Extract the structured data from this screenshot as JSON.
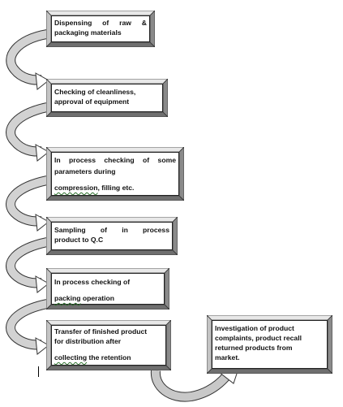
{
  "steps": [
    {
      "line1": "Dispensing of raw &",
      "line2": "packaging materials"
    },
    {
      "line1": "Checking of cleanliness,",
      "line2": "approval of equipment"
    },
    {
      "line1": "In process checking of some",
      "line2": "parameters during",
      "line3a": "compression",
      "line3b": ", filling etc."
    },
    {
      "line1": "Sampling of in process",
      "line2": "product to Q.C"
    },
    {
      "line1": "In process checking of",
      "line2a": "packing",
      "line2b": " operation"
    },
    {
      "line1": "Transfer of finished product",
      "line2": "for distribution after",
      "line3a": "collecting",
      "line3b": " the retention"
    },
    {
      "line1": "Investigation of product",
      "line2": "complaints, product recall",
      "line3": "returned products from",
      "line4": "market."
    }
  ],
  "colors": {
    "bevel_light": "#e6e6e6",
    "bevel_mid": "#b5b5b5",
    "bevel_dark": "#7a7a7a",
    "arrow_fill": "#cfcfcf",
    "arrow_stroke": "#333333"
  }
}
